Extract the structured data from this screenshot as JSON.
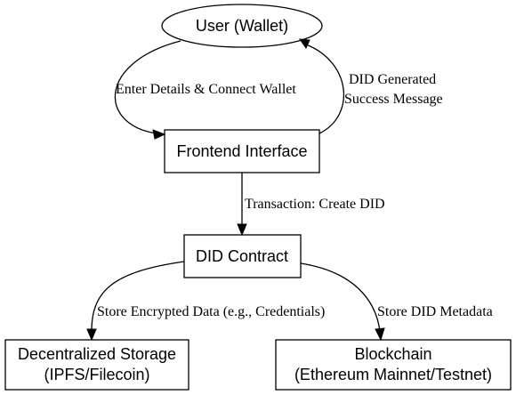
{
  "nodes": {
    "user": {
      "label": "User (Wallet)"
    },
    "frontend": {
      "label": "Frontend Interface"
    },
    "contract": {
      "label": "DID Contract"
    },
    "storage": {
      "line1": "Decentralized Storage",
      "line2": "(IPFS/Filecoin)"
    },
    "blockchain": {
      "line1": "Blockchain",
      "line2": "(Ethereum Mainnet/Testnet)"
    }
  },
  "edges": {
    "enter_details": "Enter Details & Connect Wallet",
    "did_generated": {
      "line1": "DID Generated",
      "line2": "Success Message"
    },
    "create_did": "Transaction: Create DID",
    "store_encrypted": "Store Encrypted Data (e.g., Credentials)",
    "store_metadata": "Store DID Metadata"
  }
}
